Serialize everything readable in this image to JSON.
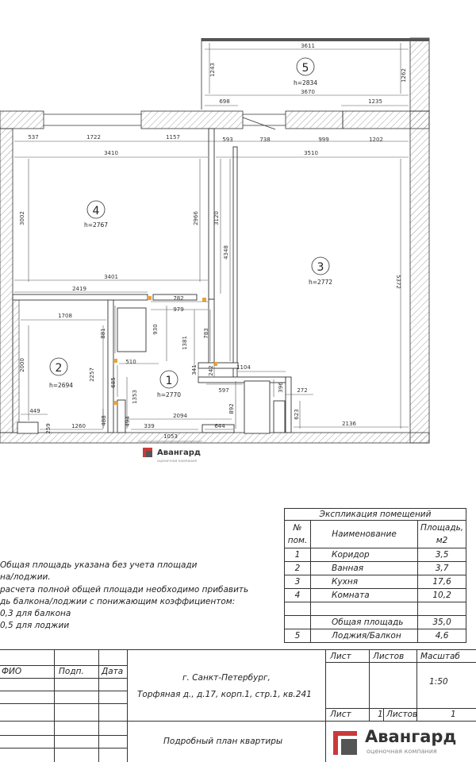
{
  "plan": {
    "rooms": [
      {
        "num": "1",
        "h": "h=2770"
      },
      {
        "num": "2",
        "h": "h=2694"
      },
      {
        "num": "3",
        "h": "h=2772"
      },
      {
        "num": "4",
        "h": "h=2767"
      },
      {
        "num": "5",
        "h": "h=2834"
      }
    ],
    "dims": {
      "d3611": "3611",
      "d3670": "3670",
      "d1243": "1243",
      "d1262": "1262",
      "d698": "698",
      "d1235": "1235",
      "d537": "537",
      "d1722": "1722",
      "d1157": "1157",
      "d593": "593",
      "d738": "738",
      "d999": "999",
      "d1202": "1202",
      "d3410": "3410",
      "d3510": "3510",
      "d3002": "3002",
      "d2966": "2966",
      "d3120": "3120",
      "d4348": "4348",
      "d5372": "5372",
      "d3401": "3401",
      "d2419": "2419",
      "d782": "782",
      "d979": "979",
      "d1708": "1708",
      "d881": "881",
      "d930": "930",
      "d1381": "1381",
      "d783": "783",
      "d2000": "2000",
      "d2257": "2257",
      "d510": "510",
      "d685": "685",
      "d1353": "1353",
      "d341": "341",
      "d242": "242",
      "d1104": "1104",
      "d597": "597",
      "d396": "396",
      "d272": "272",
      "d892": "892",
      "d623": "623",
      "d449": "449",
      "d488": "488",
      "d494": "494",
      "d2094": "2094",
      "d2136": "2136",
      "d259": "259",
      "d1260": "1260",
      "d339": "339",
      "d644": "644",
      "d1053": "1053"
    },
    "logo_text": "Авангард",
    "logo_sub": "оценочная компания"
  },
  "notes": [
    "Общая   площадь   указана   без   учета   площади",
    "на/лоджии.",
    "расчета полной общей площади необходимо прибавить",
    "дь балкона/лоджии с понижающим коэффициентом:",
    "0,3 для балкона",
    "0,5 для лоджии"
  ],
  "explication": {
    "title": "Экспликация помещений",
    "head_num": [
      "№",
      "пом."
    ],
    "head_name": "Наименование",
    "head_area": [
      "Площадь,",
      "м2"
    ],
    "rows": [
      {
        "num": "1",
        "name": "Коридор",
        "area": "3,5"
      },
      {
        "num": "2",
        "name": "Ванная",
        "area": "3,7"
      },
      {
        "num": "3",
        "name": "Кухня",
        "area": "17,6"
      },
      {
        "num": "4",
        "name": "Комната",
        "area": "10,2"
      }
    ],
    "total_label": "Общая площадь",
    "total_value": "35,0",
    "balcony": {
      "num": "5",
      "name": "Лоджия/Балкон",
      "area": "4,6"
    }
  },
  "stamp": {
    "col_fio": "ФИО",
    "col_podp": "Подп.",
    "col_data": "Дата",
    "city": "г. Санкт-Петербург,",
    "address": "Торфяная д., д.17, корп.1, стр.1, кв.241",
    "list": "Лист",
    "listov": "Листов",
    "masshtab": "Масштаб",
    "scale": "1:50",
    "sheet_num": "1",
    "sheets_total": "1",
    "title": "Подробный план квартиры",
    "logo_text": "Авангард",
    "logo_sub": "оценочная компания"
  }
}
